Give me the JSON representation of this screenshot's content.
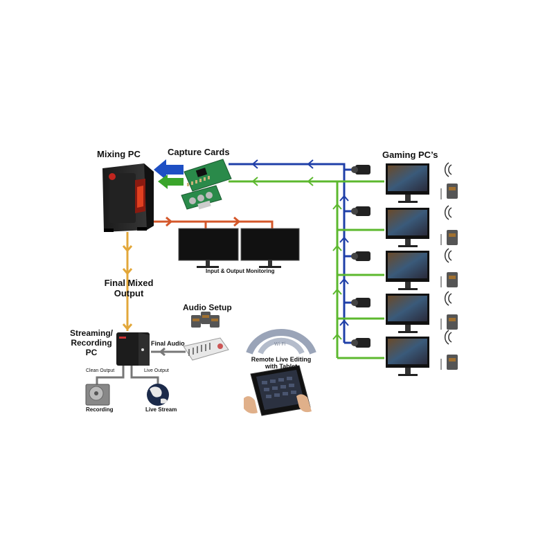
{
  "labels": {
    "mixing_pc": "Mixing PC",
    "capture_cards": "Capture Cards",
    "gaming_pcs": "Gaming PC’s",
    "monitoring": "Input & Output Monitoring",
    "final_mixed_line1": "Final Mixed",
    "final_mixed_line2": "Output",
    "audio_setup": "Audio Setup",
    "streaming_line1": "Streaming/",
    "streaming_line2": "Recording",
    "streaming_line3": "PC",
    "final_audio": "Final Audio",
    "clean_output": "Clean Output",
    "live_output": "Live Output",
    "recording": "Recording",
    "live_stream": "Live Stream",
    "wifi": "Wi-Fi",
    "remote_line1": "Remote Live Editing",
    "remote_line2": "with Tablet"
  },
  "colors": {
    "blue_line": "#1f3fa8",
    "green_line": "#5cb82e",
    "orange_line": "#d4572a",
    "gold_line": "#e2a73a",
    "gray_line": "#888888",
    "arrow_blue": "#1e4fc4",
    "arrow_green": "#3aa52b"
  },
  "icons": [
    "pc-tower-icon",
    "capture-card-icon",
    "monitor-icon",
    "camera-icon",
    "wireless-receiver-icon",
    "antenna-icon",
    "hard-drive-icon",
    "globe-icon",
    "audio-mixer-icon",
    "tablet-icon",
    "wifi-icon"
  ]
}
